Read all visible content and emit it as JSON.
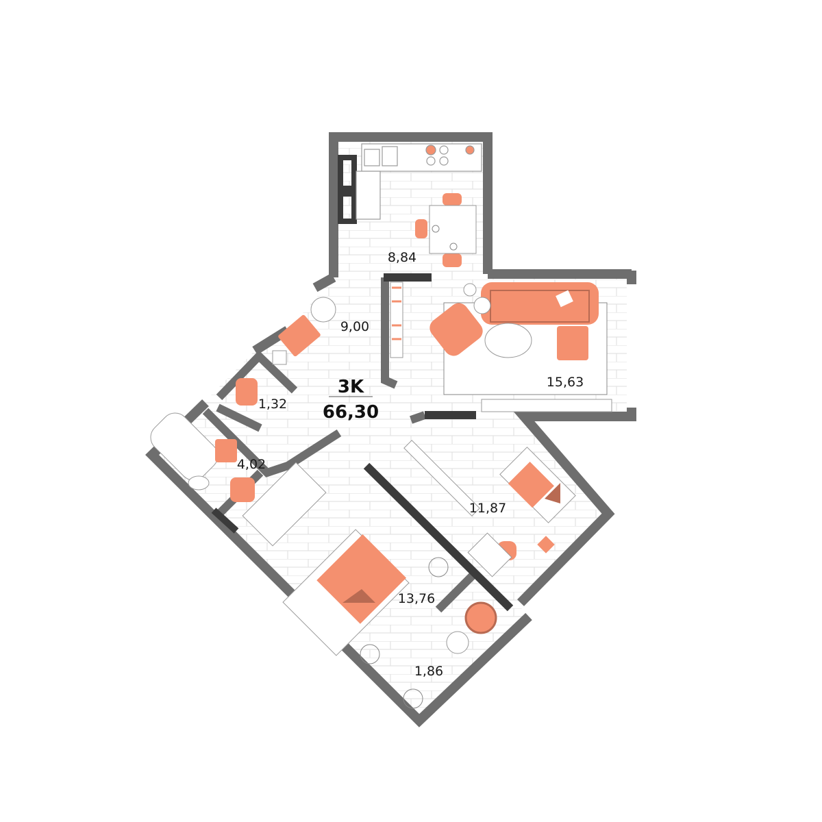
{
  "plan": {
    "type_label": "3K",
    "total_area": "66,30",
    "rooms": [
      {
        "name": "kitchen",
        "area": "8,84"
      },
      {
        "name": "hallway",
        "area": "9,00"
      },
      {
        "name": "living-room",
        "area": "15,63"
      },
      {
        "name": "toilet",
        "area": "1,32"
      },
      {
        "name": "bathroom",
        "area": "4,02"
      },
      {
        "name": "bedroom-small",
        "area": "11,87"
      },
      {
        "name": "bedroom-main",
        "area": "13,76"
      },
      {
        "name": "balcony",
        "area": "1,86"
      }
    ]
  },
  "colors": {
    "wall": "#6e6e6e",
    "wall_dark": "#3b3b3b",
    "furniture": "#f4906f",
    "furniture_shadow": "#b86a52",
    "floor_line": "#e3e3e3"
  }
}
